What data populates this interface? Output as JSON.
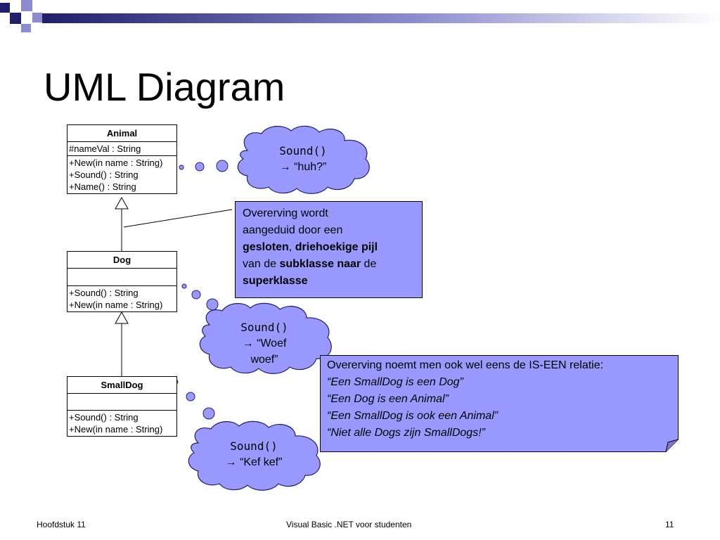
{
  "slide": {
    "title": "UML Diagram",
    "footer_left": "Hoofdstuk 11",
    "footer_center": "Visual Basic .NET voor studenten",
    "footer_right": "11"
  },
  "classes": {
    "animal": {
      "name": "Animal",
      "attributes": [
        "#nameVal : String"
      ],
      "methods": [
        "+New(in name : String)",
        "+Sound() : String",
        "+Name() : String"
      ]
    },
    "dog": {
      "name": "Dog",
      "attributes": [],
      "methods": [
        "+Sound() : String",
        "+New(in name : String)"
      ]
    },
    "smalldog": {
      "name": "SmallDog",
      "attributes": [],
      "methods": [
        "+Sound() : String",
        "+New(in name : String)"
      ]
    }
  },
  "clouds": {
    "animal": {
      "method": "Sound()",
      "result": "→ “huh?”"
    },
    "dog": {
      "method": "Sound()",
      "result_line1": "→ “Woef",
      "result_line2": "woef”"
    },
    "smalldog": {
      "method": "Sound()",
      "result": "→ “Kef kef”"
    }
  },
  "notes": {
    "inheritance": {
      "line1": "Overerving wordt",
      "line2": "aangeduid door een",
      "bold1": "gesloten",
      "comma": ", ",
      "bold2": "driehoekige pijl",
      "line4a": "van de ",
      "bold3": "subklasse naar",
      "line4b": " de",
      "bold4": "superklasse"
    },
    "isa": {
      "line1": "Overerving noemt men ook wel eens de IS-EEN relatie:",
      "line2": "“Een SmallDog is een Dog”",
      "line3": "“Een Dog is een Animal”",
      "line4": "“Een SmallDog is ook een Animal”",
      "line5": "“Niet alle Dogs zijn SmallDogs!”"
    }
  },
  "colors": {
    "accent": "#9999ff",
    "header_dark": "#1f1f6e",
    "header_mid": "#7b7bd0"
  }
}
